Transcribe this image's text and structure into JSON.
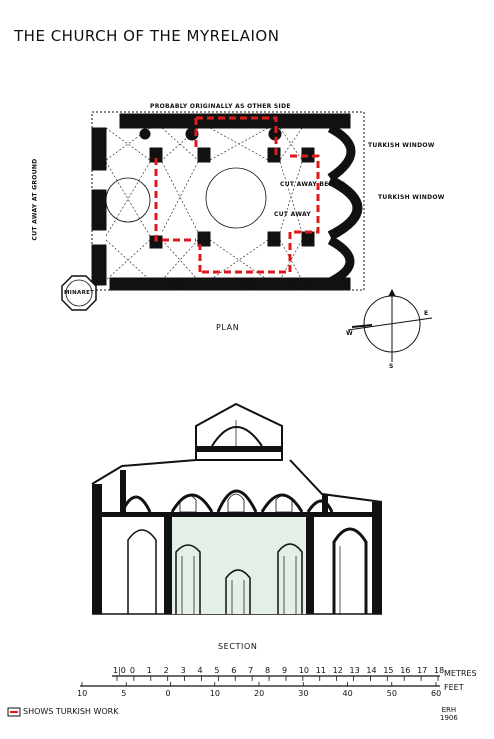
{
  "title": "THE CHURCH OF THE MYRELAION",
  "plan": {
    "caption": "PLAN",
    "note_top": "PROBABLY ORIGINALLY AS OTHER SIDE",
    "note_left": "CUT AWAY AT GROUND",
    "note_cut_below": "CUT AWAY BELOW",
    "note_cut_away": "CUT AWAY",
    "turkish_window_1": "TURKISH WINDOW",
    "turkish_window_2": "TURKISH WINDOW",
    "minaret": "MINARET"
  },
  "compass": {
    "west": "W",
    "east": "E",
    "south": "S"
  },
  "section": {
    "caption": "SECTION"
  },
  "scale": {
    "metres_label": "METRES",
    "feet_label": "FEET",
    "metres_ticks": [
      "1|0",
      "0",
      "1",
      "2",
      "3",
      "4",
      "5",
      "6",
      "7",
      "8",
      "9",
      "10",
      "11",
      "12",
      "13",
      "14",
      "15",
      "16",
      "17",
      "18"
    ],
    "feet_ticks": [
      "10",
      "5",
      "0",
      "10",
      "20",
      "30",
      "40",
      "50",
      "60"
    ]
  },
  "legend": {
    "text": "SHOWS TURKISH WORK"
  },
  "signature": {
    "line1": "ERH",
    "line2": "1906"
  },
  "colors": {
    "ink": "#111111",
    "turkish": "#dd1a1a",
    "nave_fill": "#e4efe6"
  }
}
